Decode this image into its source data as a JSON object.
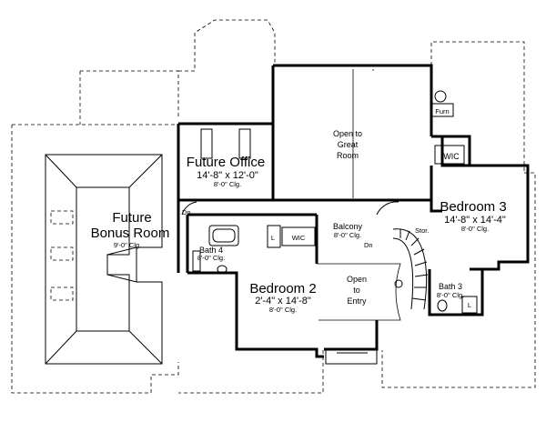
{
  "rooms": {
    "future_office": {
      "name": "Future Office",
      "dims": "14'-8\" x 12'-0\"",
      "clg": "8'-0\" Clg."
    },
    "future_bonus": {
      "name_line1": "Future",
      "name_line2": "Bonus Room",
      "clg": "9'-0\" Clg."
    },
    "open_great": {
      "line1": "Open to",
      "line2": "Great",
      "line3": "Room"
    },
    "bedroom3": {
      "name": "Bedroom 3",
      "dims": "14'-8\" x 14'-4\"",
      "clg": "8'-0\" Clg."
    },
    "bedroom2": {
      "name": "Bedroom 2",
      "dims": "2'-4\" x 14'-8\"",
      "clg": "8'-0\" Clg."
    },
    "balcony": {
      "name": "Balcony",
      "clg": "8'-0\" Clg."
    },
    "open_entry": {
      "line1": "Open",
      "line2": "to",
      "line3": "Entry"
    },
    "bath4": {
      "name": "Bath 4",
      "clg": "8'-0\" Clg."
    },
    "bath3": {
      "name": "Bath 3",
      "clg": "8'-0\" Clg."
    }
  },
  "labels": {
    "wic1": "WIC",
    "wic2": "WIC",
    "furn": "Furn",
    "dn1": "Dn",
    "dn2": "Dn",
    "stor": "Stor.",
    "l1": "L",
    "l2": "L"
  }
}
